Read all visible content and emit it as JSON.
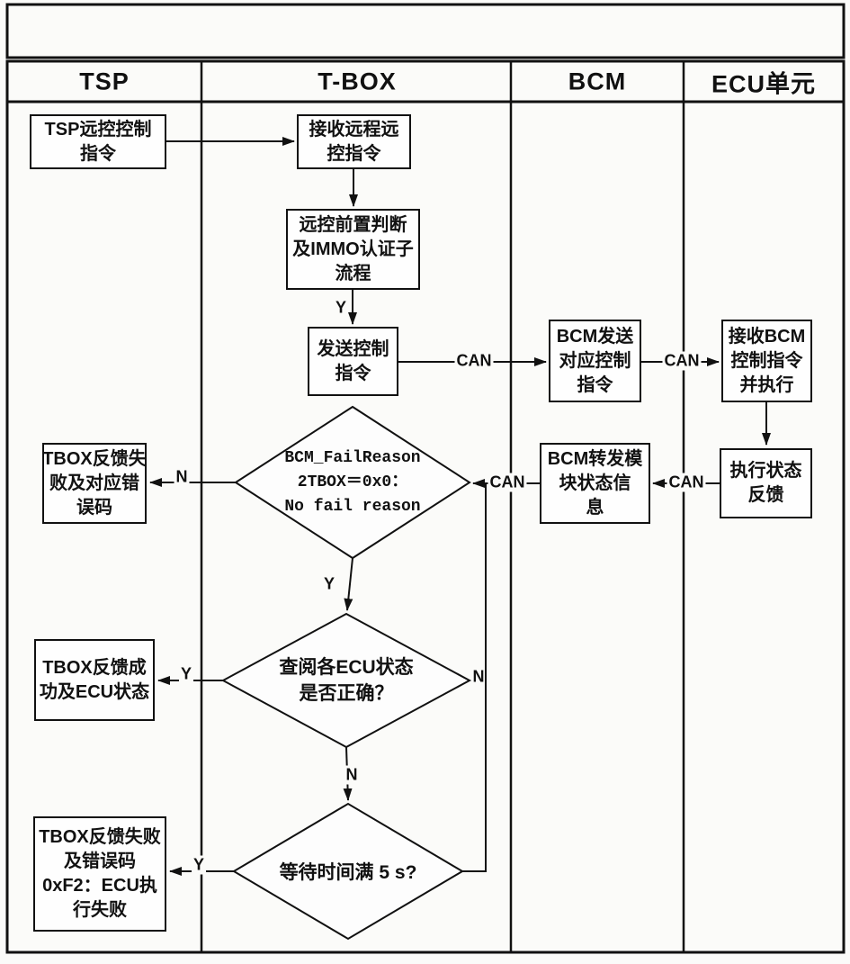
{
  "page": {
    "background": "#fbfbf9",
    "line_color": "#111111",
    "node_fill": "#fefefe"
  },
  "header": {
    "lanes": [
      {
        "label": "TSP"
      },
      {
        "label": "T-BOX"
      },
      {
        "label": "BCM"
      },
      {
        "label": "ECU单元"
      }
    ]
  },
  "nodes": {
    "tsp_cmd": {
      "lines": [
        "TSP远控控制",
        "指令"
      ]
    },
    "recv_remote": {
      "lines": [
        "接收远程远",
        "控指令"
      ]
    },
    "precheck": {
      "lines": [
        "远控前置判断",
        "及IMMO认证子",
        "流程"
      ]
    },
    "send_cmd": {
      "lines": [
        "发送控制",
        "指令"
      ]
    },
    "bcm_send": {
      "lines": [
        "BCM发送",
        "对应控制",
        "指令"
      ]
    },
    "ecu_recv": {
      "lines": [
        "接收BCM",
        "控制指令",
        "并执行"
      ]
    },
    "exec_feedback": {
      "lines": [
        "执行状态",
        "反馈"
      ]
    },
    "bcm_forward": {
      "lines": [
        "BCM转发模",
        "块状态信",
        "息"
      ]
    },
    "tbox_fail_code": {
      "lines": [
        "TBOX反馈失",
        "败及对应错",
        "误码"
      ]
    },
    "tbox_success": {
      "lines": [
        "TBOX反馈成",
        "功及ECU状态"
      ]
    },
    "tbox_fail_f2": {
      "lines": [
        "TBOX反馈失败",
        "及错误码",
        "0xF2：ECU执",
        "行失败"
      ]
    }
  },
  "decisions": {
    "fail_reason": {
      "lines": [
        "BCM_FailReason",
        "2TBOX＝0x0：",
        "No fail reason"
      ]
    },
    "ecu_status_ok": {
      "lines": [
        "查阅各ECU状态",
        "是否正确？"
      ]
    },
    "wait_5s": {
      "lines": [
        "等待时间满 5 s?"
      ]
    }
  },
  "edge_labels": {
    "can_tbox_bcm": "CAN",
    "can_bcm_ecu": "CAN",
    "can_ecu_bcm_back": "CAN",
    "can_bcm_tbox_back": "CAN",
    "y_precheck": "Y",
    "y_to_check": "Y",
    "y_success": "Y",
    "y_fail_f2": "Y",
    "n_fail": "N",
    "n_to_wait": "N",
    "n_loop": "N"
  }
}
